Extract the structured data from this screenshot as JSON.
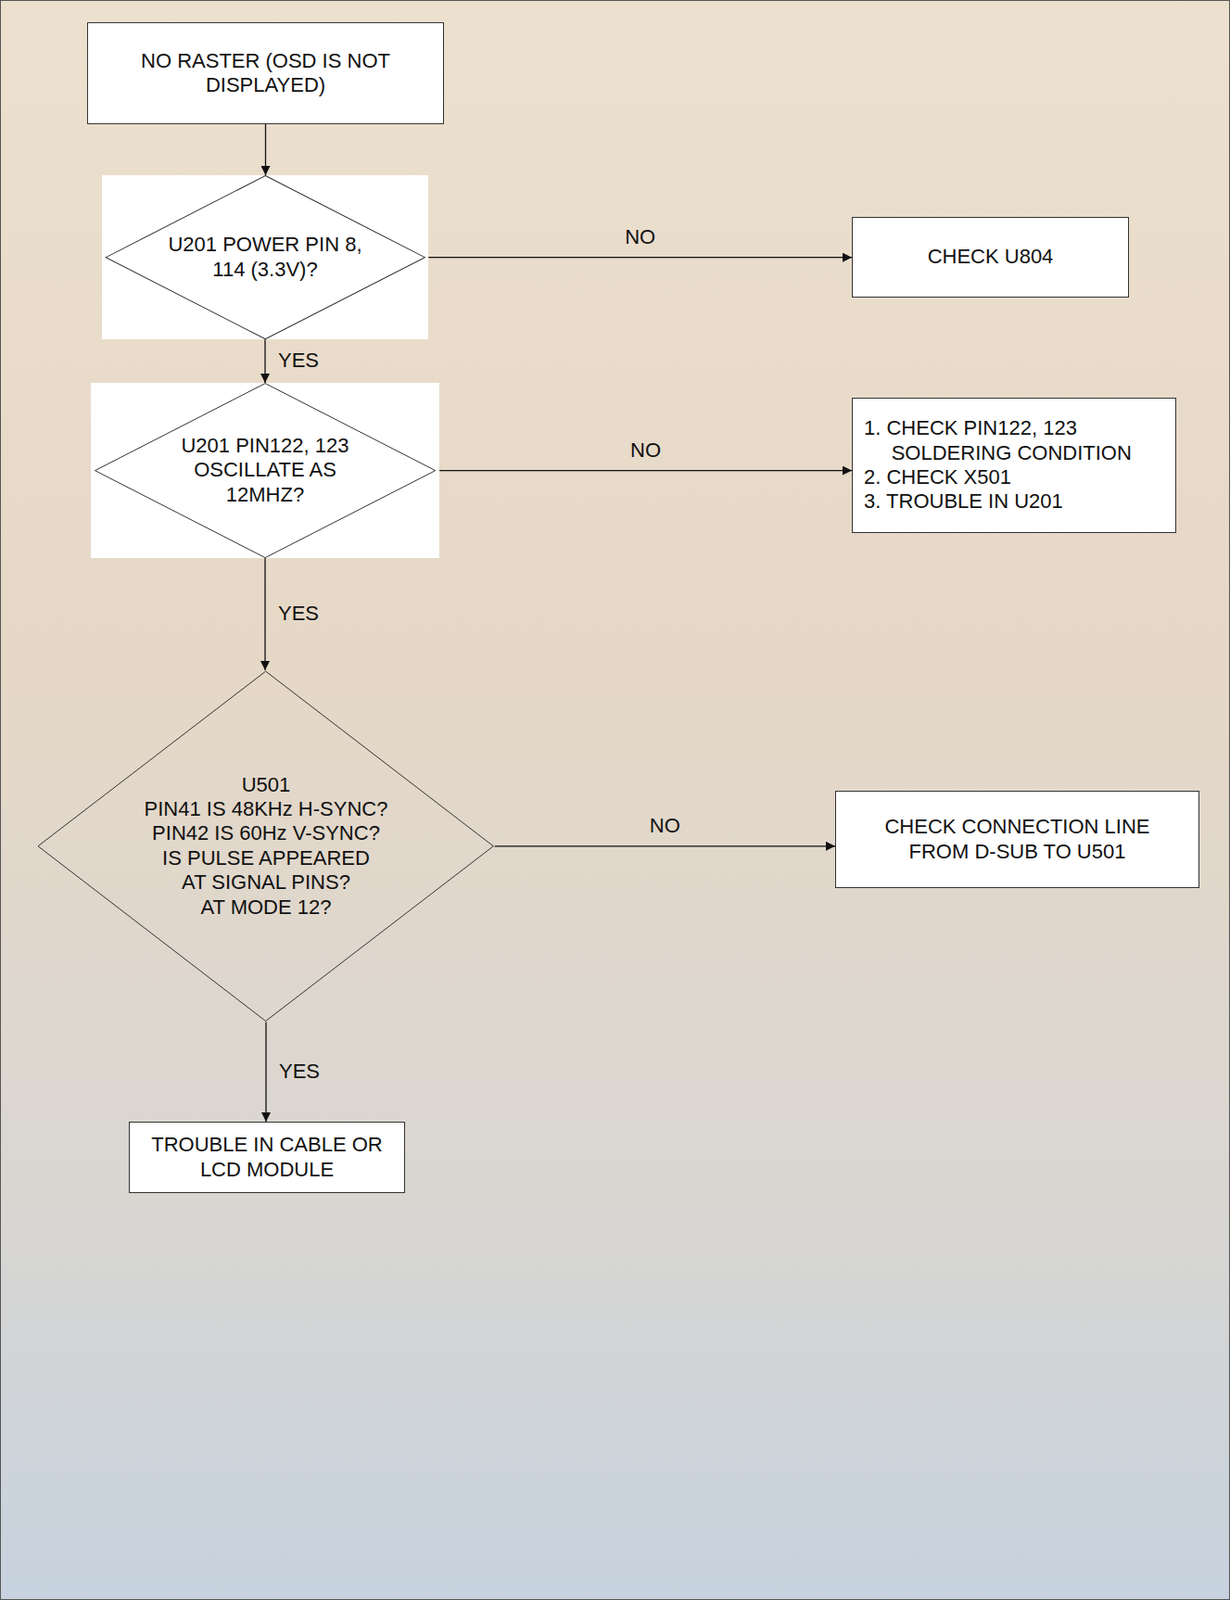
{
  "diagram": {
    "nodes": [
      {
        "text": [
          "NO RASTER (OSD IS NOT DISPLAYED)"
        ]
      },
      {
        "text": [
          "U201 POWER PIN 8, 114 (3.3V)?"
        ]
      },
      {
        "text": [
          "CHECK U804"
        ]
      },
      {
        "text": [
          "U201 PIN122, 123 OSCILLATE AS 12MHZ?"
        ]
      },
      {
        "text": [
          "1. CHECK PIN122, 123 SOLDERING CONDITION",
          "2. CHECK X501",
          "3. TROUBLE IN U201"
        ]
      },
      {
        "text": [
          "U501",
          "PIN41 IS 48KHz H-SYNC?",
          "PIN42 IS 60Hz V-SYNC?",
          "IS PULSE APPEARED AT SIGNAL PINS?",
          "AT MODE 12?"
        ]
      },
      {
        "text": [
          "CHECK CONNECTION LINE FROM D-SUB TO U501"
        ]
      },
      {
        "text": [
          "TROUBLE IN CABLE OR LCD MODULE"
        ]
      }
    ],
    "edges": [
      {
        "from": 0,
        "to": 1,
        "arrow": "to"
      },
      {
        "from": 1,
        "to": 2,
        "label": "NO",
        "arrow": "to"
      },
      {
        "from": 1,
        "to": 3,
        "label": "YES",
        "arrow": "to"
      },
      {
        "from": 3,
        "to": 4,
        "label": "NO",
        "arrow": "to"
      },
      {
        "from": 3,
        "to": 5,
        "label": "YES",
        "arrow": "to"
      },
      {
        "from": 5,
        "to": 6,
        "label": "NO",
        "arrow": "to"
      },
      {
        "from": 5,
        "to": 7,
        "label": "YES",
        "arrow": "to"
      }
    ]
  }
}
